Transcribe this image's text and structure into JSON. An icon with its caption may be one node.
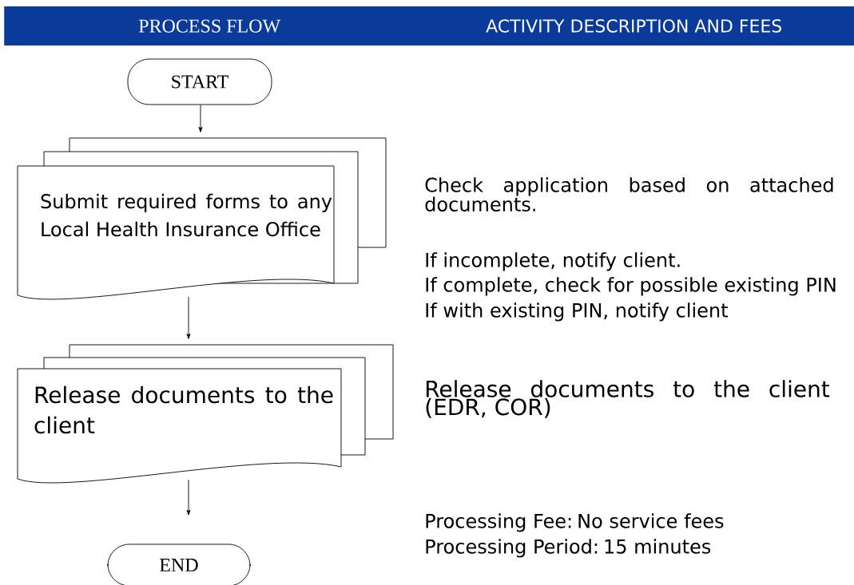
{
  "diagram": {
    "nodes": [
      {
        "text": [
          "PROCESS FLOW",
          "ACTIVITY DESCRIPTION AND FEES"
        ]
      },
      {
        "text": [
          "START"
        ]
      },
      {
        "text": [
          "Submit required forms to any Local Health Insurance Office"
        ]
      },
      {
        "text": [
          "Release documents to the client"
        ]
      },
      {
        "text": [
          "END"
        ]
      }
    ],
    "edges": [
      {
        "from": 1,
        "to": 2,
        "arrow": "to"
      },
      {
        "from": 2,
        "to": 3,
        "arrow": "to"
      },
      {
        "from": 3,
        "to": 4,
        "arrow": "to"
      }
    ],
    "labels": [
      "Check application based on attached documents.",
      "If incomplete, notify client.",
      "If complete, check for possible existing PIN",
      "If with existing PIN, notify client",
      "Release documents to the client (EDR, COR)",
      "Processing Fee: No service fees",
      "Processing Period: 15 minutes"
    ]
  }
}
